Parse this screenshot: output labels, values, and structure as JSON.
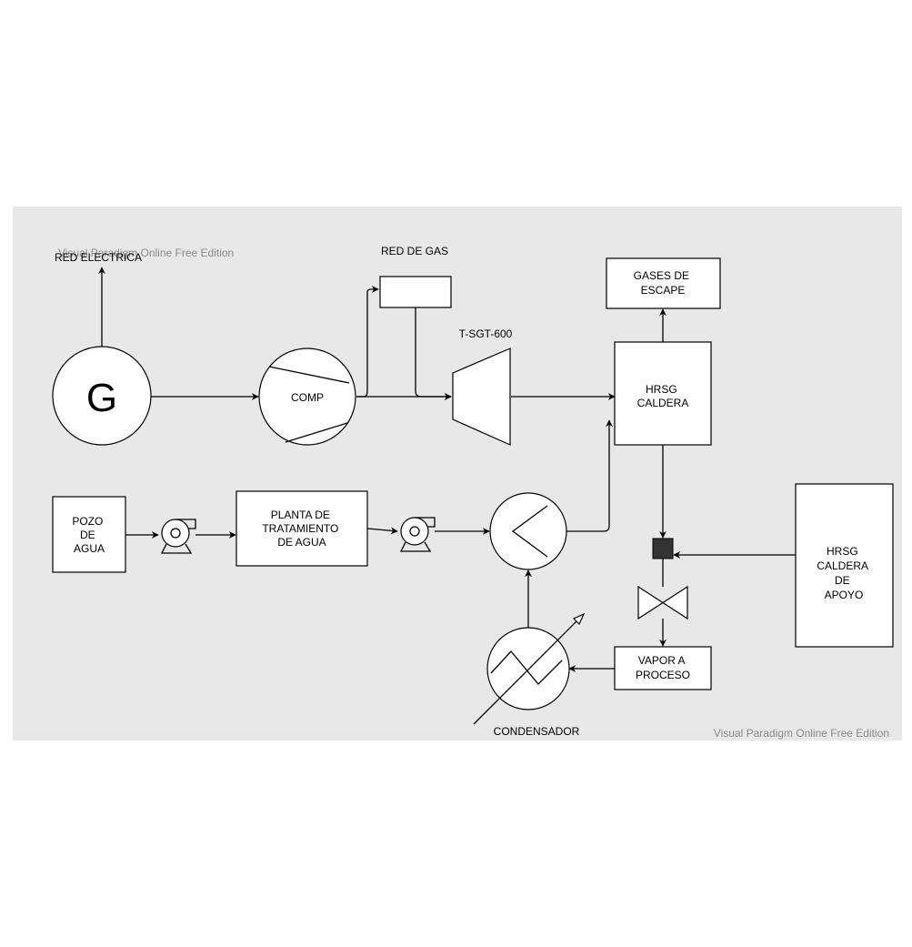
{
  "watermark": {
    "top_left": "Visual Paradigm Online Free Edition",
    "bottom_right": "Visual Paradigm Online Free Edition"
  },
  "labels": {
    "red_electrica": "RED ELECTRICA",
    "red_de_gas": "RED DE GAS",
    "t_sgt": "T-SGT-600",
    "generator": "G",
    "comp": "COMP",
    "condensador": "CONDENSADOR"
  },
  "boxes": {
    "gases_de_escape": [
      "GASES DE",
      "ESCAPE"
    ],
    "hrsg_caldera": [
      "HRSG",
      "CALDERA"
    ],
    "pozo_de_agua": [
      "POZO",
      "DE",
      "AGUA"
    ],
    "planta_de_tratamiento": [
      "PLANTA DE",
      "TRATAMIENTO",
      "DE AGUA"
    ],
    "hrsg_caldera_de_apoyo": [
      "HRSG",
      "CALDERA",
      "DE",
      "APOYO"
    ],
    "vapor_a_proceso": [
      "VAPOR A",
      "PROCESO"
    ]
  },
  "colors": {
    "canvas_bg": "#e8e8e8",
    "junction": "#333333"
  }
}
